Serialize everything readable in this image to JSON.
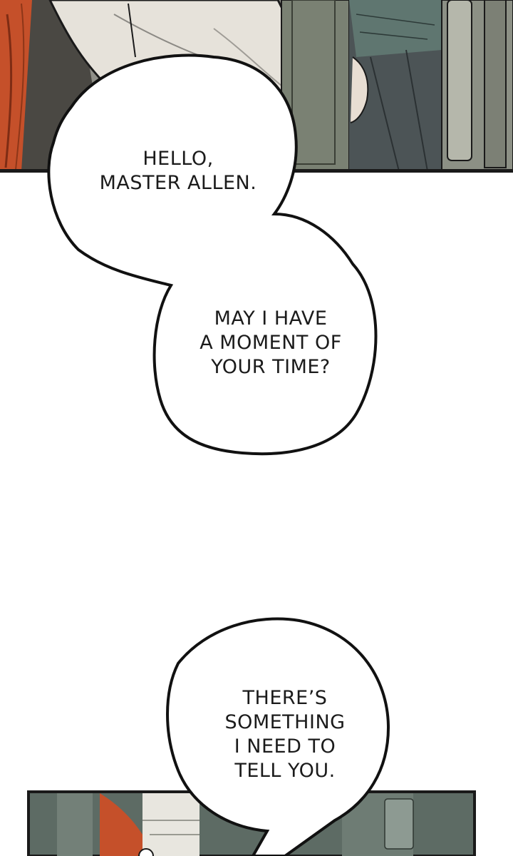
{
  "bubbles": [
    {
      "lines": [
        "HELLO,",
        "MASTER ALLEN."
      ]
    },
    {
      "lines": [
        "MAY I HAVE",
        "A MOMENT OF",
        "YOUR TIME?"
      ]
    },
    {
      "lines": [
        "THERE’S",
        "SOMETHING",
        "I NEED TO",
        "TELL YOU."
      ]
    }
  ],
  "colors": {
    "panel_border": "#1a1a1a",
    "hair": "#c5502a",
    "sleeve": "#e6e2da",
    "door": "#6f7769",
    "shirt": "#5f7670",
    "background": "#ffffff"
  }
}
